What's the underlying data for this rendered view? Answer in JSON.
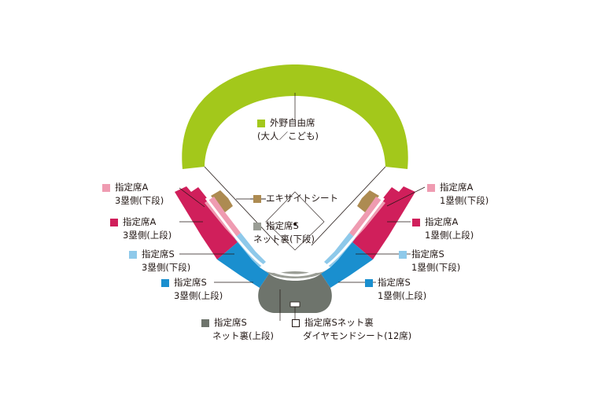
{
  "colors": {
    "outfield": "#a3c81b",
    "infield_line": "#231815",
    "s_upper": "#6e746c",
    "s_lower": "#9a9d95",
    "a_lower": "#ef9bb1",
    "a_upper": "#d01f5b",
    "sp_lower": "#8ec9ea",
    "sp_upper": "#1a8fcf",
    "excite": "#ad8b51",
    "diamond": "#ffffff"
  },
  "legend": {
    "outfield": {
      "title": "外野自由席",
      "sub": "(大人／こども)",
      "color": "#a3c81b"
    },
    "excite": {
      "title": "エキサイトシート",
      "color": "#ad8b51"
    },
    "net_lower": {
      "title": "指定席S",
      "sub": "ネット裏(下段)",
      "color": "#9a9d95"
    },
    "a3_lower": {
      "title": "指定席A",
      "sub": "3塁側(下段)",
      "color": "#ef9bb1"
    },
    "a3_upper": {
      "title": "指定席A",
      "sub": "3塁側(上段)",
      "color": "#d01f5b"
    },
    "s3_lower": {
      "title": "指定席S",
      "sub": "3塁側(下段)",
      "color": "#8ec9ea"
    },
    "s3_upper": {
      "title": "指定席S",
      "sub": "3塁側(上段)",
      "color": "#1a8fcf"
    },
    "a1_lower": {
      "title": "指定席A",
      "sub": "1塁側(下段)",
      "color": "#ef9bb1"
    },
    "a1_upper": {
      "title": "指定席A",
      "sub": "1塁側(上段)",
      "color": "#d01f5b"
    },
    "s1_lower": {
      "title": "指定席S",
      "sub": "1塁側(下段)",
      "color": "#8ec9ea"
    },
    "s1_upper": {
      "title": "指定席S",
      "sub": "1塁側(上段)",
      "color": "#1a8fcf"
    },
    "net_upper": {
      "title": "指定席S",
      "sub": "ネット裏(上段)",
      "color": "#6e746c"
    },
    "diamond": {
      "title": "指定席Sネット裏",
      "sub": "ダイヤモンドシート(12席)",
      "color": "#ffffff"
    }
  }
}
